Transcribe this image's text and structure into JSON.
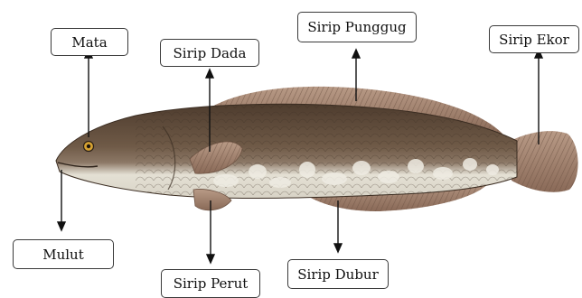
{
  "labels": {
    "mata": "Mata",
    "sirip_dada": "Sirip Dada",
    "sirip_punggung": "Sirip Punggug",
    "sirip_ekor": "Sirip Ekor",
    "mulut": "Mulut",
    "sirip_perut": "Sirip Perut",
    "sirip_dubur": "Sirip Dubur"
  },
  "colors": {
    "body_dark": "#5a4636",
    "body_mid": "#7a6450",
    "belly": "#e9e6dc",
    "fin": "#9b7a66",
    "fin_ray": "#6e5444",
    "eye": "#d6a232",
    "arrow": "#111111"
  }
}
